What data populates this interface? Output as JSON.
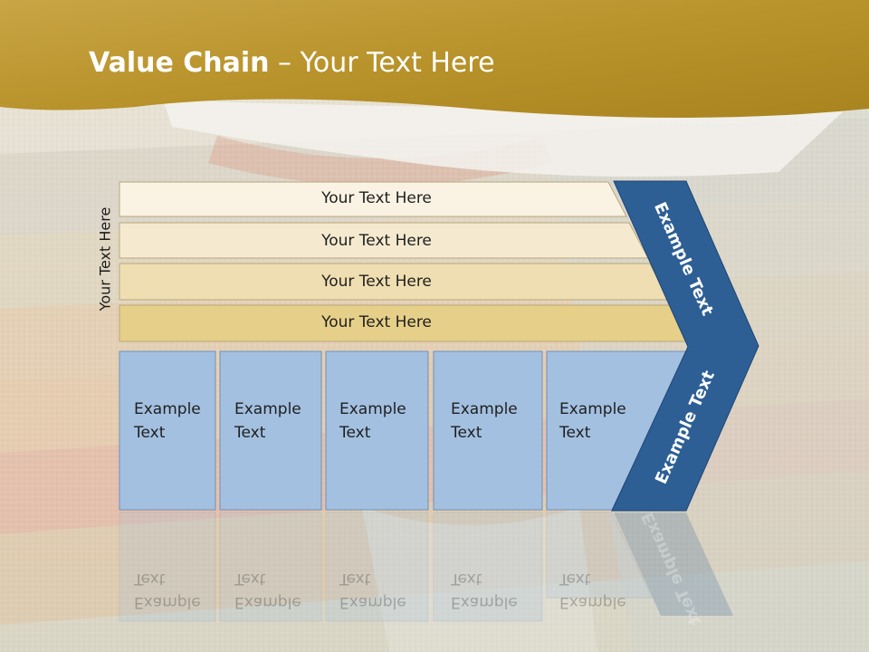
{
  "title": {
    "bold": "Value Chain",
    "rest": " – Your Text Here"
  },
  "side_label": "Your Text Here",
  "bars": [
    {
      "label": "Your Text Here"
    },
    {
      "label": "Your Text Here"
    },
    {
      "label": "Your Text Here"
    },
    {
      "label": "Your Text Here"
    }
  ],
  "boxes": [
    {
      "line1": "Example",
      "line2": "Text"
    },
    {
      "line1": "Example",
      "line2": "Text"
    },
    {
      "line1": "Example",
      "line2": "Text"
    },
    {
      "line1": "Example",
      "line2": "Text"
    },
    {
      "line1": "Example",
      "line2": "Text"
    }
  ],
  "chevron": {
    "upper": "Example Text",
    "lower": "Example Text"
  },
  "colors": {
    "header_gold": "#b8922a",
    "bar_1": "#faf3e3",
    "bar_2": "#f5ead0",
    "bar_3": "#efdeb1",
    "bar_4": "#e6cf88",
    "box_blue": "#a3c0e0",
    "chevron_blue": "#2d5f95"
  }
}
